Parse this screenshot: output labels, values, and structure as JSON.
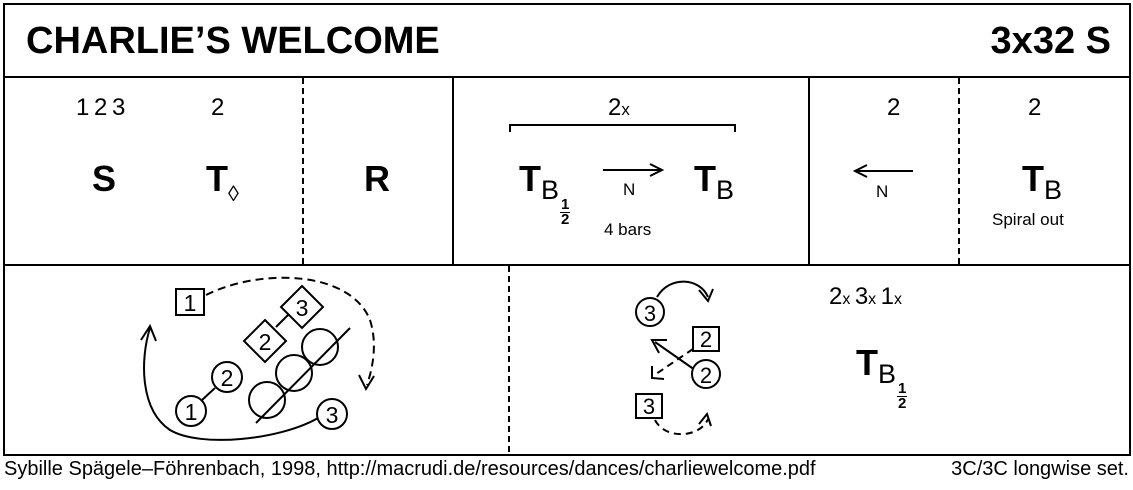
{
  "header": {
    "title": "CHARLIE’S WELCOME",
    "formation": "3x32 S"
  },
  "figures": [
    {
      "bars_label": "1 2 3",
      "symbol": "S"
    },
    {
      "bars_label": "2",
      "symbol": "T",
      "subscript": "◊"
    },
    {
      "symbol": "R"
    },
    {
      "bars_label": "2",
      "repeat_suffix": "x",
      "left_symbol": "T",
      "left_subscript": "B",
      "left_fraction_num": "1",
      "left_fraction_den": "2",
      "arrow_label": "N",
      "right_symbol": "T",
      "right_subscript": "B",
      "note": "4 bars"
    },
    {
      "bars_label": "2",
      "arrow_label": "N"
    },
    {
      "bars_label": "2",
      "symbol": "T",
      "subscript": "B",
      "note": "Spiral out"
    }
  ],
  "diagram_left": {
    "squares": [
      "1"
    ],
    "diamonds": [
      "2",
      "3"
    ],
    "circles": [
      "1",
      "2",
      "3"
    ]
  },
  "diagram_right": {
    "circles": [
      "3",
      "2"
    ],
    "squares": [
      "2",
      "3"
    ],
    "repeat_counts": [
      {
        "n": "2",
        "x": "x"
      },
      {
        "n": "3",
        "x": "x"
      },
      {
        "n": "1",
        "x": "x"
      }
    ],
    "symbol": "T",
    "subscript": "B",
    "fraction_num": "1",
    "fraction_den": "2"
  },
  "footer": {
    "credit": "Sybille Spägele–Föhrenbach, 1998, http://macrudi.de/resources/dances/charliewelcome.pdf",
    "set_type": "3C/3C longwise set."
  }
}
